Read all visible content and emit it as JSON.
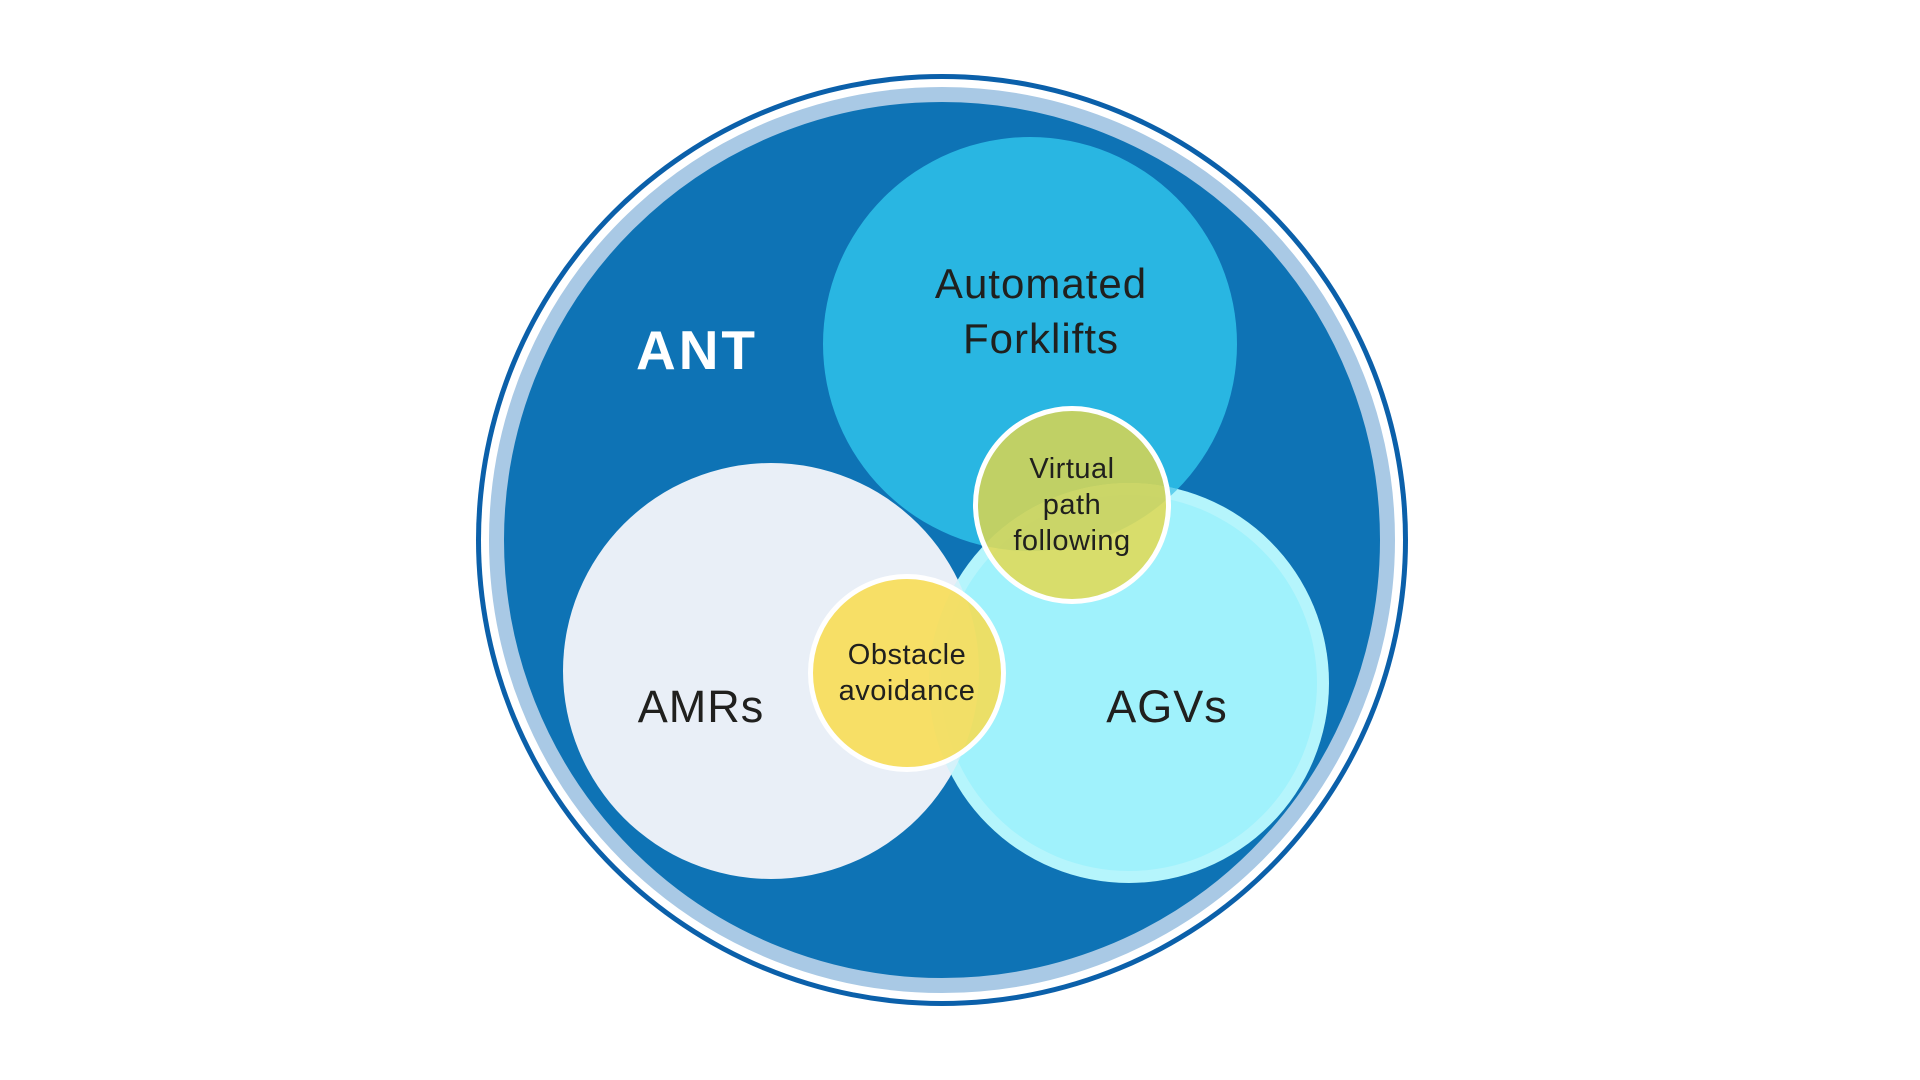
{
  "venn": {
    "outer": {
      "label": "ANT"
    },
    "sets": [
      {
        "id": "automated-forklifts",
        "label": "Automated Forklifts",
        "lines": [
          "Automated",
          "Forklifts"
        ],
        "fill": "#29b6e2"
      },
      {
        "id": "amrs",
        "label": "AMRs",
        "lines": [
          "AMRs"
        ],
        "fill": "#e9eff7"
      },
      {
        "id": "agvs",
        "label": "AGVs",
        "lines": [
          "AGVs"
        ],
        "fill": "#a0f2fc"
      }
    ],
    "intersections": [
      {
        "id": "virtual-path-following",
        "between": [
          "automated-forklifts",
          "agvs"
        ],
        "label": "Virtual path following",
        "lines": [
          "Virtual",
          "path",
          "following"
        ],
        "fill": "rgba(230,215,70,0.8)"
      },
      {
        "id": "obstacle-avoidance",
        "between": [
          "amrs",
          "agvs"
        ],
        "label": "Obstacle avoidance",
        "lines": [
          "Obstacle",
          "avoidance"
        ],
        "fill": "rgba(249,219,74,0.84)"
      }
    ]
  },
  "colors": {
    "outer_fill": "#0e73b5",
    "outer_ring": "#a9c9e5",
    "outer_stroke": "#0b60aa",
    "background": "#ffffff",
    "label_dark": "#20201e",
    "label_light": "#ffffff"
  }
}
